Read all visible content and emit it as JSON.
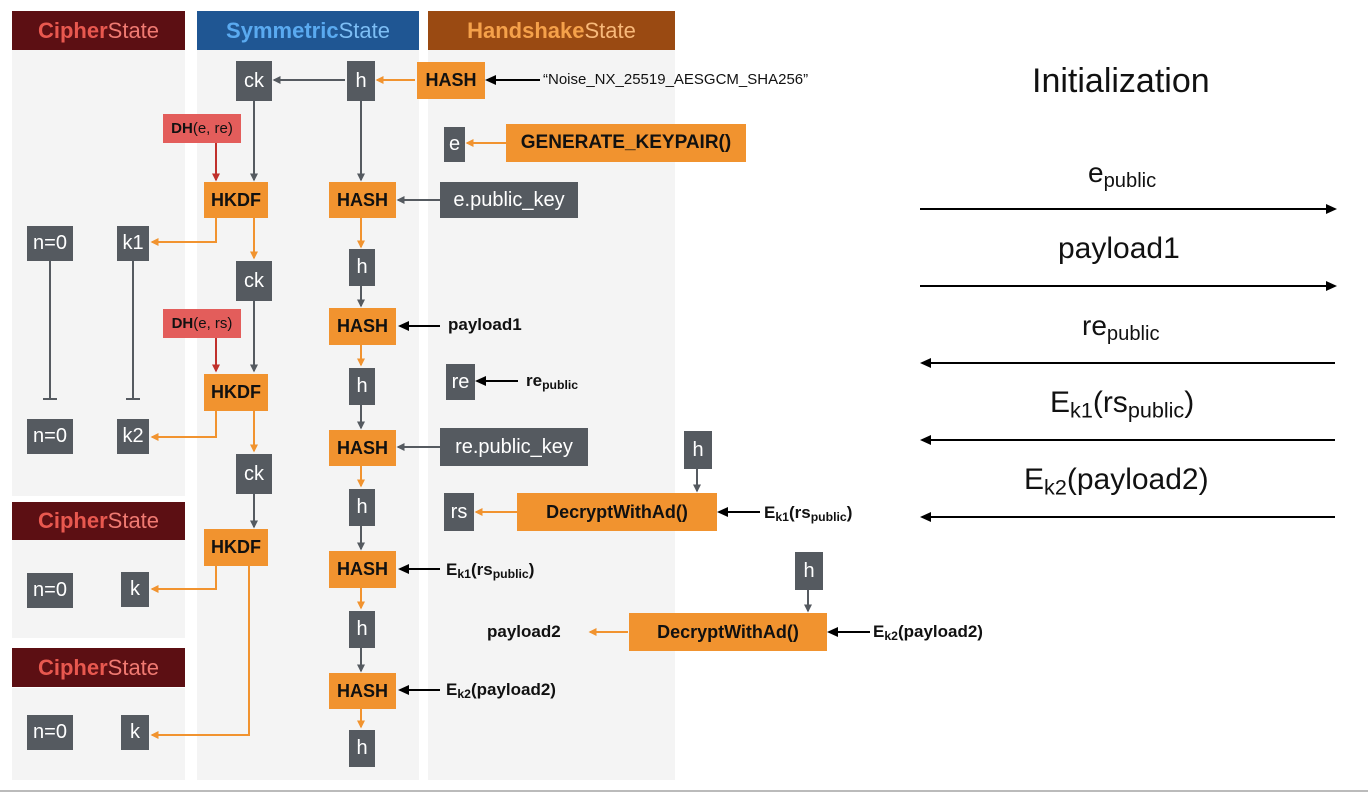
{
  "headers": {
    "cipher_bold": "Cipher",
    "cipher_rest": "State",
    "symmetric_bold": "Symmetric",
    "symmetric_rest": "State",
    "handshake_bold": "Handshake",
    "handshake_rest": "State"
  },
  "cipher": {
    "n0": "n=0",
    "k1": "k1",
    "n0b": "n=0",
    "k2": "k2",
    "k": "k"
  },
  "symmetric": {
    "ck": "ck",
    "h": "h",
    "hkdf": "HKDF",
    "hash": "HASH",
    "dh1_bold": "DH",
    "dh1_rest": "(e, re)",
    "dh2_bold": "DH",
    "dh2_rest": "(e, rs)"
  },
  "handshake": {
    "hash": "HASH",
    "protocol_name": "“Noise_NX_25519_AESGCM_SHA256”",
    "e": "e",
    "generate_keypair": "GENERATE_KEYPAIR()",
    "e_public_key": "e.public_key",
    "payload1": "payload1",
    "re": "re",
    "re_label_main": "re",
    "re_label_sub": "public",
    "re_public_key": "re.public_key",
    "rs": "rs",
    "decrypt": "DecryptWithAd()",
    "ek1_main": "E",
    "ek1_sub": "k1",
    "ek1_open": "(rs",
    "ek1_sub2": "public",
    "ek1_close": ")",
    "ek2_main": "E",
    "ek2_sub": "k2",
    "ek2_rest": "(payload2)",
    "payload2": "payload2",
    "h": "h"
  },
  "initialization": {
    "title": "Initialization",
    "messages": [
      {
        "main": "e",
        "sub": "public",
        "rest": "",
        "direction": "right"
      },
      {
        "main": "payload1",
        "sub": "",
        "rest": "",
        "direction": "right"
      },
      {
        "main": "re",
        "sub": "public",
        "rest": "",
        "direction": "left"
      },
      {
        "main": "E",
        "sub": "k1",
        "rest": "(rs",
        "sub2": "public",
        "close": ")",
        "direction": "left"
      },
      {
        "main": "E",
        "sub": "k2",
        "rest": "(payload2)",
        "direction": "left"
      }
    ]
  },
  "colors": {
    "orange": "#f1932f",
    "gray": "#555a60",
    "red": "#e35d5b",
    "dark_red": "#c0302b",
    "cipher_header": "#5c0f13",
    "symmetric_header": "#1f5693",
    "handshake_header": "#9a4a12"
  }
}
